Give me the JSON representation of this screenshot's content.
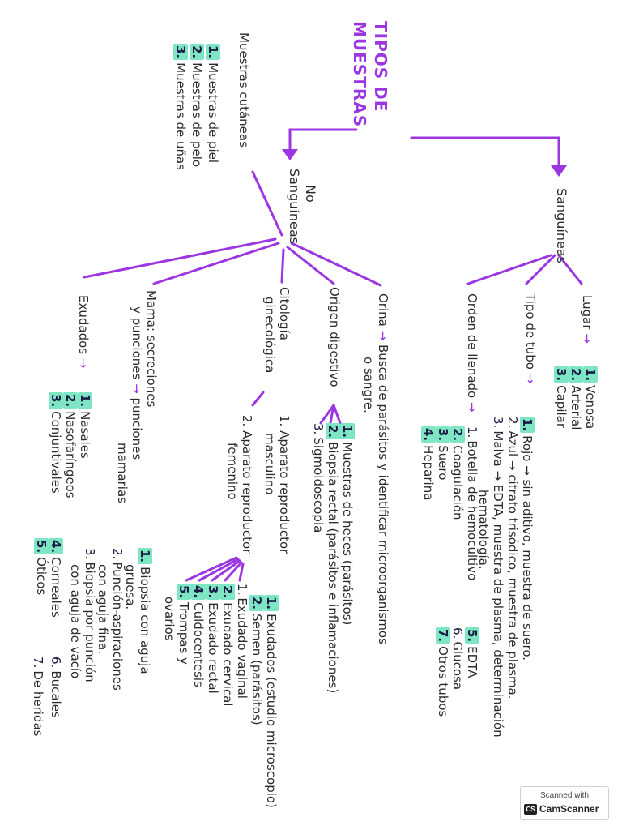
{
  "title": {
    "line1": "TIPOS DE",
    "line2": "MUESTRAS"
  },
  "sanguineas": {
    "label": "Sanguíneas",
    "lugar": {
      "label": "Lugar",
      "arrow": "→",
      "items": [
        {
          "n": "1.",
          "text": "Venosa"
        },
        {
          "n": "2.",
          "text": "Arterial"
        },
        {
          "n": "3.",
          "text": "Capilar"
        }
      ]
    },
    "tipo_tubo": {
      "label": "Tipo de tubo",
      "arrow": "→",
      "items": [
        {
          "n": "1.",
          "text": "Rojo → sin aditivo, muestra de suero."
        },
        {
          "n": "2.",
          "text": "Azul → citrato trisódico, muestra de plasma."
        },
        {
          "n": "3.",
          "text": "Malva → EDTA, muestra de plasma, determinación"
        },
        {
          "n": "",
          "text": "hematología."
        }
      ]
    },
    "orden": {
      "label": "Orden de llenado",
      "arrow": "→",
      "col1": [
        {
          "n": "1.",
          "text": "Botella de hemocultivo"
        },
        {
          "n": "2.",
          "text": "Coagulación"
        },
        {
          "n": "3.",
          "text": "Suero"
        },
        {
          "n": "4.",
          "text": "Heparina"
        }
      ],
      "col2": [
        {
          "n": "5.",
          "text": "EDTA"
        },
        {
          "n": "6.",
          "text": "Glucosa"
        },
        {
          "n": "7.",
          "text": "Otros tubos"
        }
      ]
    }
  },
  "no_sanguineas": {
    "label_line1": "No",
    "label_line2": "Sanguíneas",
    "cutaneas": {
      "label": "Muestras cutáneas",
      "items": [
        {
          "n": "1.",
          "text": "Muestras de piel"
        },
        {
          "n": "2.",
          "text": "Muestras de pelo"
        },
        {
          "n": "3.",
          "text": "Muestras de uñas"
        }
      ]
    },
    "orina": {
      "label": "Orina",
      "arrow": "→",
      "text1": "Busca de parásitos y identificar microorganismos",
      "text2": "o sangre."
    },
    "digestivo": {
      "label": "Origen digestivo",
      "items": [
        {
          "n": "1.",
          "text": "Muestras de heces (parásitos)"
        },
        {
          "n": "2.",
          "text": "Biopsia rectal (parásitos e inflamaciones)"
        },
        {
          "n": "3.",
          "text": "Sigmoidoscopia"
        }
      ]
    },
    "citologia": {
      "label_line1": "Citología",
      "label_line2": "ginecológica",
      "masculino": {
        "label_line1": "1. Aparato reproductor",
        "label_line2": "masculino",
        "items": [
          {
            "n": "1.",
            "text": "Exudados (estudio microscopio)"
          },
          {
            "n": "2.",
            "text": "Semen (parásitos)"
          }
        ]
      },
      "femenino": {
        "label_line1": "2. Aparato reproductor",
        "label_line2": "femenino",
        "items": [
          {
            "n": "1.",
            "text": "Exudado vaginal"
          },
          {
            "n": "2.",
            "text": "Exudado cervical"
          },
          {
            "n": "3.",
            "text": "Exudado rectal"
          },
          {
            "n": "4.",
            "text": "Culdocentesis"
          },
          {
            "n": "5.",
            "text": "Trompas y"
          },
          {
            "n": "",
            "text": "ovarios"
          }
        ]
      }
    },
    "mama": {
      "label_line1": "Mama: secreciones",
      "label_line2": "y punciones",
      "arrow": "→",
      "mid_line1": "punciones",
      "mid_line2": "mamarias",
      "items": [
        {
          "n": "1.",
          "text": "Biopsia con aguja"
        },
        {
          "n": "",
          "text": "gruesa."
        },
        {
          "n": "2.",
          "text": "Punción-aspiraciones"
        },
        {
          "n": "",
          "text": "con aguja fina."
        },
        {
          "n": "3.",
          "text": "Biopsia por punción"
        },
        {
          "n": "",
          "text": "con aguja de vacío"
        }
      ]
    },
    "exudados": {
      "label": "Exudados",
      "arrow": "→",
      "col1": [
        {
          "n": "1.",
          "text": "Nasales"
        },
        {
          "n": "2.",
          "text": "Nasofaríngeos"
        },
        {
          "n": "3.",
          "text": "Conjuntivales"
        }
      ],
      "col2": [
        {
          "n": "4.",
          "text": "Corneales"
        },
        {
          "n": "5.",
          "text": "Óticos"
        }
      ],
      "col3": [
        {
          "n": "6.",
          "text": "Bucales"
        },
        {
          "n": "7.",
          "text": "De heridas"
        }
      ]
    }
  },
  "watermark": {
    "line1": "Scanned with",
    "line2": "CamScanner"
  },
  "colors": {
    "purple": "#9b36e0",
    "highlight": "#7fe6c5",
    "ink": "#2a2a33"
  }
}
